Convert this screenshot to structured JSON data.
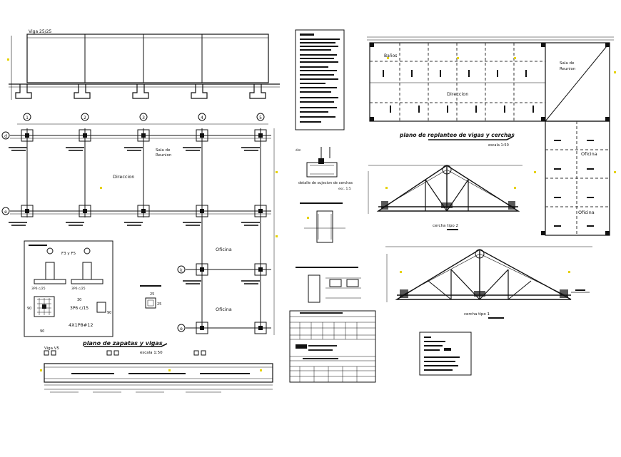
{
  "elevation": {
    "title": "Viga 25/25"
  },
  "foundation_plan": {
    "axes_numbers": [
      "1",
      "2",
      "3",
      "4",
      "5"
    ],
    "axes_letters": [
      "d",
      "e",
      "k",
      "e"
    ],
    "rooms": {
      "sala": "Sala de",
      "reunion": "Reunion",
      "direccion": "Direccion",
      "oficina1": "Oficina",
      "oficina2": "Oficina"
    },
    "title": "plano de zapatas y vigas",
    "scale": "escala 1:50"
  },
  "footing_detail": {
    "labels": [
      "F3 y F5",
      "3P6 c/15",
      "3P6 c/25",
      "3P6 c/25",
      "4X1P8#12"
    ],
    "dims": [
      "90",
      "30",
      "90",
      "90"
    ]
  },
  "column_detail": {
    "value": "25",
    "value2": "25"
  },
  "beam_section": {
    "title": "Viga V5"
  },
  "roof_plan": {
    "rooms": {
      "banos": "Baños",
      "sala": "Sala de",
      "reunion": "Reunion",
      "direccion": "Direccion",
      "oficina1": "Oficina",
      "oficina2": "Oficina"
    },
    "title": "plano de replanteo de vigas y cerchas",
    "scale": "escala 1:50"
  },
  "truss_2": {
    "title": "cercha tipo 2"
  },
  "truss_1": {
    "title": "cercha tipo 1"
  },
  "detail_anchor": {
    "caption": "detalle de sujecion de cerchas",
    "scale": "esc. 1:5"
  }
}
